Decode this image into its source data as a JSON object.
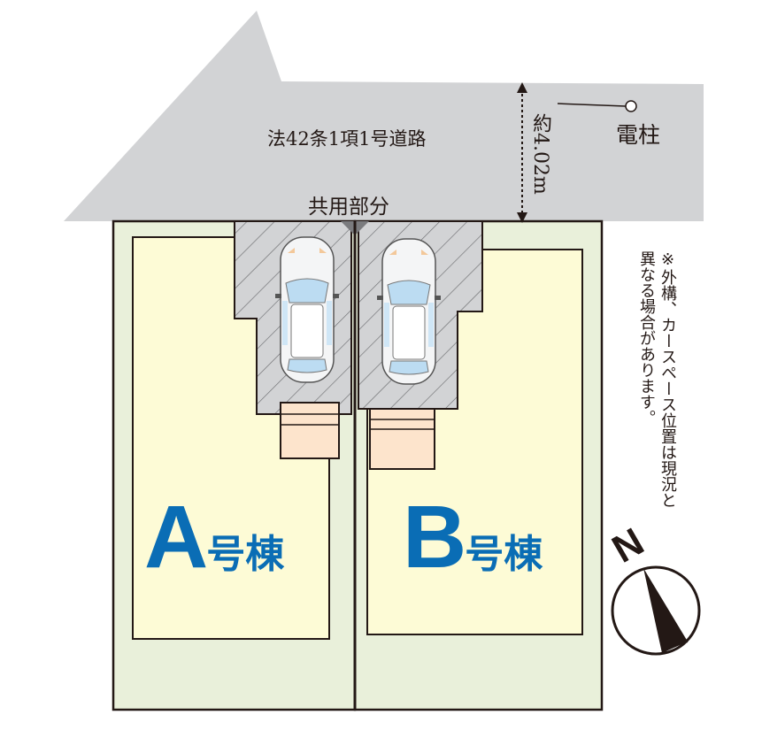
{
  "road": {
    "label": "法42条1項1号道路",
    "width_label": "約4.02m"
  },
  "pole": {
    "label": "電柱"
  },
  "shared_area": {
    "label": "共用部分"
  },
  "buildings": [
    {
      "letter": "A",
      "suffix": "号棟"
    },
    {
      "letter": "B",
      "suffix": "号棟"
    }
  ],
  "note": "※外構、カースペース位置は現況と異なる場合があります。",
  "compass": {
    "label": "N"
  },
  "colors": {
    "road": "#d2d3d5",
    "lot": "#e9f0da",
    "building": "#fdfbd6",
    "parking": "#d2d3d5",
    "entry": "#fde4cc",
    "accent": "#0a6db5"
  }
}
